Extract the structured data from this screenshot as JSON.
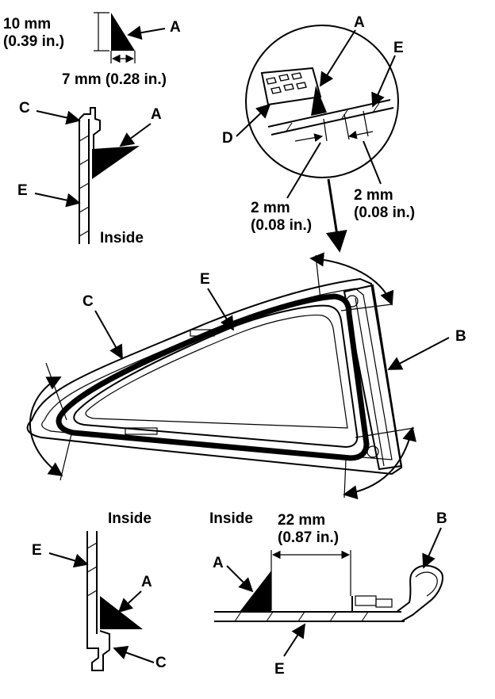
{
  "labels": {
    "a": "A",
    "b": "B",
    "c": "C",
    "d": "D",
    "e": "E",
    "inside": "Inside"
  },
  "dims": {
    "bead_height_mm": "10 mm",
    "bead_height_in": "(0.39 in.)",
    "bead_width": "7 mm (0.28 in.)",
    "gap_mm": "2 mm",
    "gap_in": "(0.08 in.)",
    "offset_mm": "22 mm",
    "offset_in": "(0.87 in.)"
  }
}
